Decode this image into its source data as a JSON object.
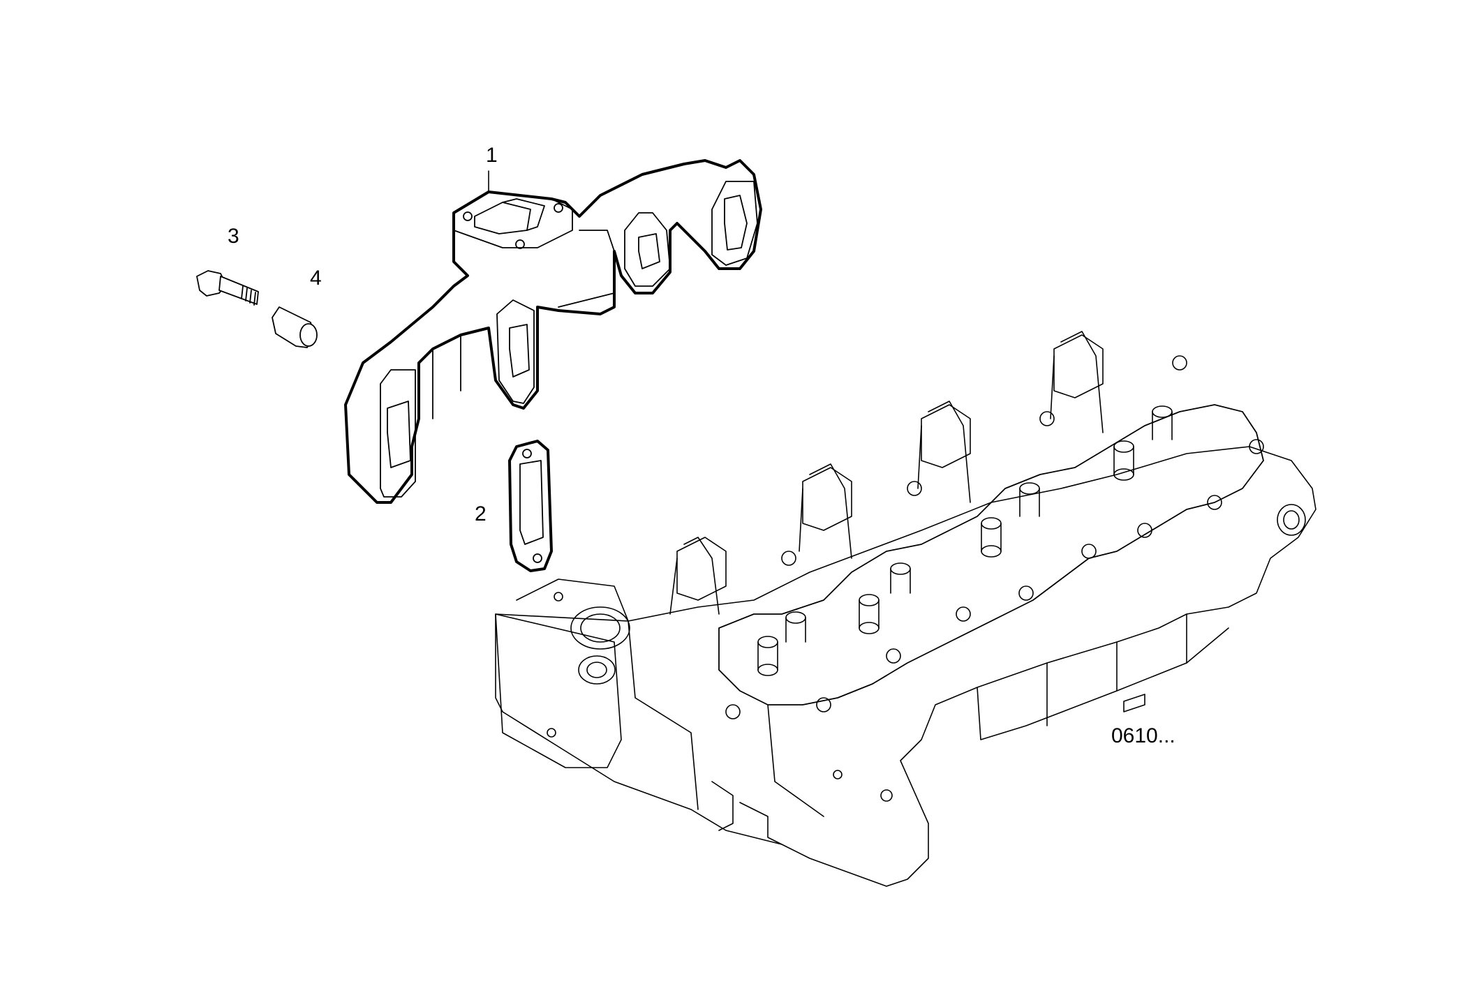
{
  "callouts": {
    "item_1": "1",
    "item_2": "2",
    "item_3": "3",
    "item_4": "4"
  },
  "drawing_code": "0610..."
}
